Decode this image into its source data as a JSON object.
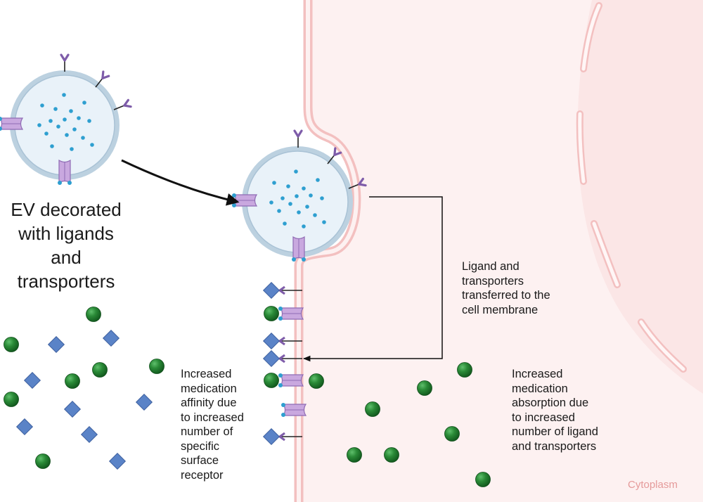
{
  "labels": {
    "ev_label": [
      "EV decorated",
      "with ligands",
      "and",
      "transporters"
    ],
    "transfer_label": [
      "Ligand and",
      "transporters",
      "transferred to the",
      "cell membrane"
    ],
    "affinity_label": [
      "Increased",
      "medication",
      "affinity due",
      "to increased",
      "number of",
      "specific",
      "surface",
      "receptor"
    ],
    "absorption_label": [
      "Increased",
      "medication",
      "absorption due",
      "to increased",
      "number of ligand",
      "and transporters"
    ],
    "cytoplasm_label": "Cytoplasm"
  },
  "icons": [
    "extracellular-vesicle",
    "ligand-receptor",
    "transporter-protein",
    "cargo-dot",
    "drug-sphere",
    "drug-diamond",
    "cell-membrane",
    "nucleus"
  ],
  "colors": {
    "cell_fill": "#fdf1f1",
    "membrane_stroke": "#f3c0c0",
    "nucleus_fill": "#fbe6e6",
    "vesicle_fill": "#e9f2f9",
    "vesicle_stroke": "#bcd1e0",
    "cargo": "#2e9fd0",
    "ligand": "#7e5ca9",
    "transporter": "#c4a3dc",
    "drug_sphere": "#1f7a2e",
    "drug_diamond": "#5a83c7",
    "arrow": "#111111"
  }
}
